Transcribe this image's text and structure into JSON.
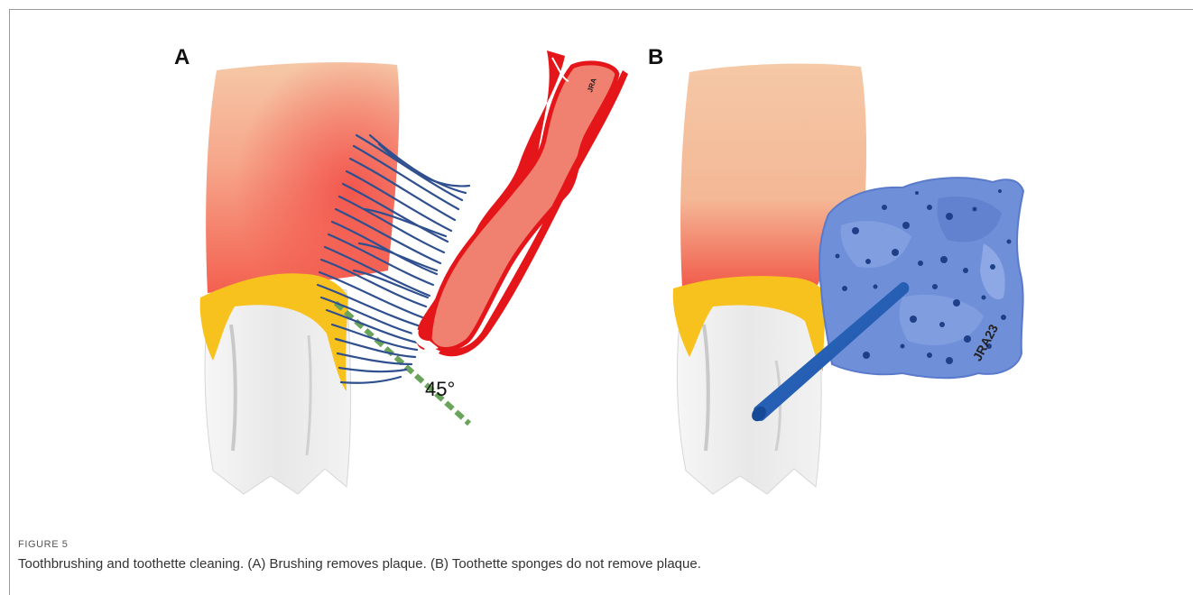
{
  "panels": {
    "a": {
      "letter": "A",
      "angle_label": "45°",
      "signature": "JRA"
    },
    "b": {
      "letter": "B",
      "signature": "JRA23"
    }
  },
  "figure": {
    "label": "FIGURE 5",
    "caption": "Toothbrushing and toothette cleaning. (A) Brushing removes plaque. (B) Toothette sponges do not remove plaque."
  },
  "colors": {
    "gum": "#f3c3a2",
    "inflamed_gum": "#f05a4e",
    "plaque": "#f8c21e",
    "tooth": "#ececec",
    "bristles": "#2f4f8f",
    "brush_handle": "#e5161a",
    "brush_inner": "#f08070",
    "angle_guide": "#6aa35a",
    "sponge": "#6f8fd8",
    "sponge_dots": "#1f3f88",
    "stick": "#1f5fb8"
  }
}
